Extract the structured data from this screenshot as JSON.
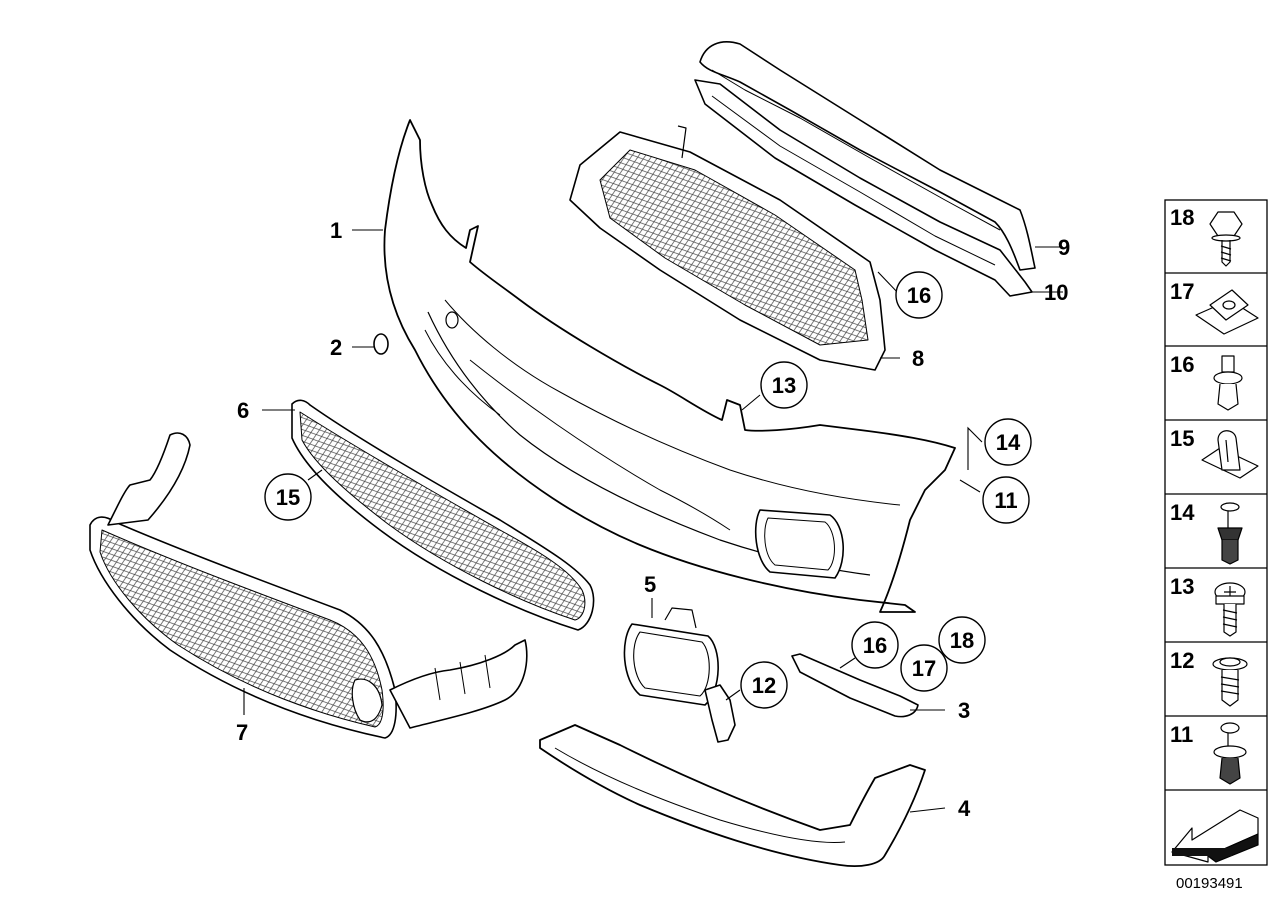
{
  "callouts": {
    "c1": "1",
    "c2": "2",
    "c3": "3",
    "c4": "4",
    "c5": "5",
    "c6": "6",
    "c7": "7",
    "c8": "8",
    "c9": "9",
    "c10": "10",
    "c11": "11",
    "c12": "12",
    "c13": "13",
    "c14": "14",
    "c15": "15",
    "c16a": "16",
    "c16b": "16",
    "c17": "17",
    "c18": "18"
  },
  "legend": {
    "items": [
      "18",
      "17",
      "16",
      "15",
      "14",
      "13",
      "12",
      "11"
    ]
  },
  "diagram_id": "00193491",
  "colors": {
    "line": "#000000",
    "part_fill": "#ffffff",
    "hatch": "#555555"
  }
}
